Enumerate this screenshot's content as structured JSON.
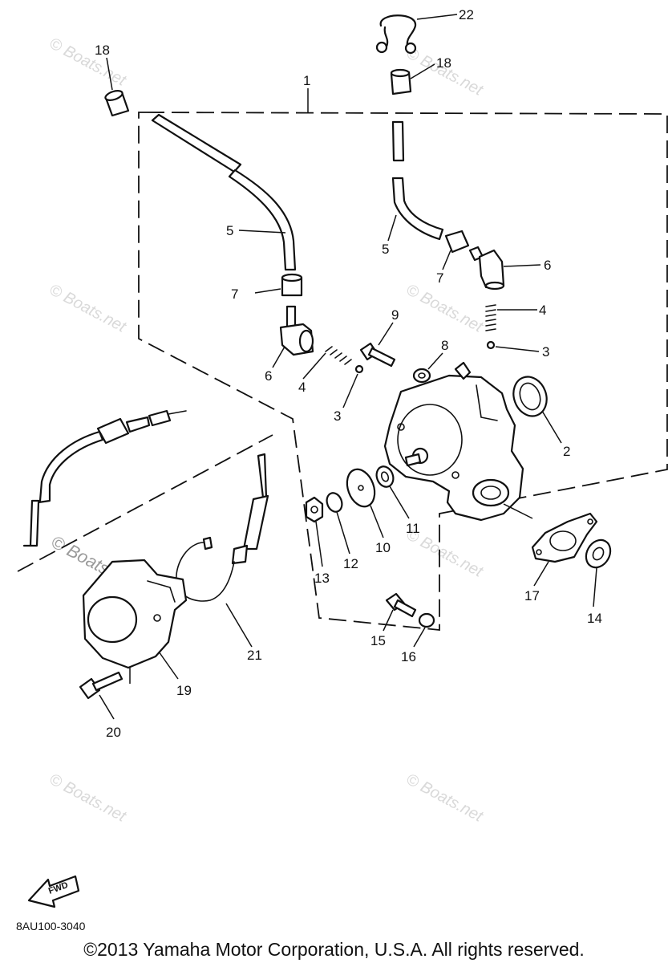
{
  "diagram": {
    "callouts": {
      "c1": "1",
      "c2": "2",
      "c3a": "3",
      "c3b": "3",
      "c4a": "4",
      "c4b": "4",
      "c5a": "5",
      "c5b": "5",
      "c6a": "6",
      "c6b": "6",
      "c7a": "7",
      "c7b": "7",
      "c8": "8",
      "c9": "9",
      "c10": "10",
      "c11": "11",
      "c12": "12",
      "c13": "13",
      "c14": "14",
      "c15": "15",
      "c16": "16",
      "c17": "17",
      "c18a": "18",
      "c18b": "18",
      "c19": "19",
      "c20": "20",
      "c21": "21",
      "c22": "22"
    },
    "watermark": "© Boats.net",
    "fwd_label": "FWD",
    "diagram_code": "8AU100-3040",
    "copyright": "©2013 Yamaha Motor Corporation, U.S.A. All rights reserved."
  },
  "icons": {
    "fwd_arrow": "fwd-arrow-icon"
  }
}
